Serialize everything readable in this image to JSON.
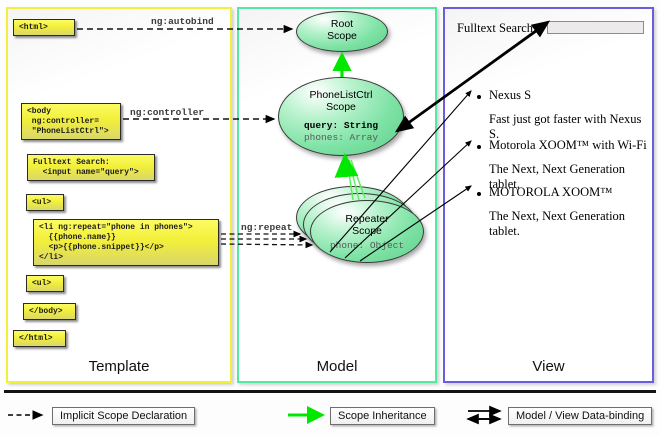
{
  "panels": [
    {
      "id": "template",
      "label": "Template",
      "border_color": "#f3f03a"
    },
    {
      "id": "model",
      "label": "Model",
      "border_color": "#55e8a3"
    },
    {
      "id": "view",
      "label": "View",
      "border_color": "#6a5de0"
    }
  ],
  "template": {
    "boxes": [
      {
        "name": "html-open-tag",
        "text": "<html>"
      },
      {
        "name": "body-controller",
        "text": "<body\n ng:controller=\n \"PhoneListCtrl\">"
      },
      {
        "name": "fulltext-search-input",
        "text": "Fulltext Search:\n  <input name=\"query\">"
      },
      {
        "name": "ul-open-tag",
        "text": "<ul>"
      },
      {
        "name": "li-ng-repeat",
        "text": "<li ng:repeat=\"phone in phones\">\n  {{phone.name}}\n  <p>{{phone.snippet}}</p>\n</li>"
      },
      {
        "name": "ul-close-tag",
        "text": "<ul>"
      },
      {
        "name": "body-close-tag",
        "text": "</body>"
      },
      {
        "name": "html-close-tag",
        "text": "</html>"
      }
    ]
  },
  "model": {
    "scopes": [
      {
        "name": "root-scope",
        "title_line1": "Root",
        "title_line2": "Scope",
        "props": []
      },
      {
        "name": "phonelistctrl-scope",
        "title_line1": "PhoneListCtrl",
        "title_line2": "Scope",
        "props": [
          {
            "text": "query: String",
            "style": "bold"
          },
          {
            "text": "phones: Array",
            "style": "dim"
          }
        ]
      },
      {
        "name": "repeater-scope",
        "title_line1": "Repeater",
        "title_line2": "Scope",
        "props": [
          {
            "text": "phone: Object",
            "style": "dim"
          }
        ]
      }
    ],
    "edge_labels": [
      {
        "name": "ng-autobind-label",
        "text": "ng:autobind"
      },
      {
        "name": "ng-controller-label",
        "text": "ng:controller"
      },
      {
        "name": "ng-repeat-label",
        "text": "ng:repeat"
      }
    ]
  },
  "view": {
    "search_label": "Fulltext Search:",
    "search_value": "",
    "search_placeholder": "",
    "results": [
      {
        "name": "Nexus S",
        "snippet": "Fast just got faster with Nexus S."
      },
      {
        "name": "Motorola XOOM™  with Wi-Fi",
        "snippet": "The Next, Next Generation tablet."
      },
      {
        "name": "MOTOROLA XOOM™",
        "snippet": "The Next, Next Generation tablet."
      }
    ]
  },
  "legend": [
    {
      "name": "implicit-scope-declaration",
      "label": "Implicit Scope Declaration",
      "arrow": "dashed-black",
      "color": "#000000"
    },
    {
      "name": "scope-inheritance",
      "label": "Scope Inheritance",
      "arrow": "solid-green",
      "color": "#00e800"
    },
    {
      "name": "model-view-data-binding",
      "label": "Model / View Data-binding",
      "arrow": "double-solid-black",
      "color": "#000000"
    }
  ],
  "colors": {
    "template_border": "#f3f03a",
    "model_border": "#55e8a3",
    "view_border": "#6a5de0",
    "code_box_fill": "#f2ef3a",
    "scope_fill": "#7fe3a6",
    "inheritance_arrow": "#00e800"
  }
}
